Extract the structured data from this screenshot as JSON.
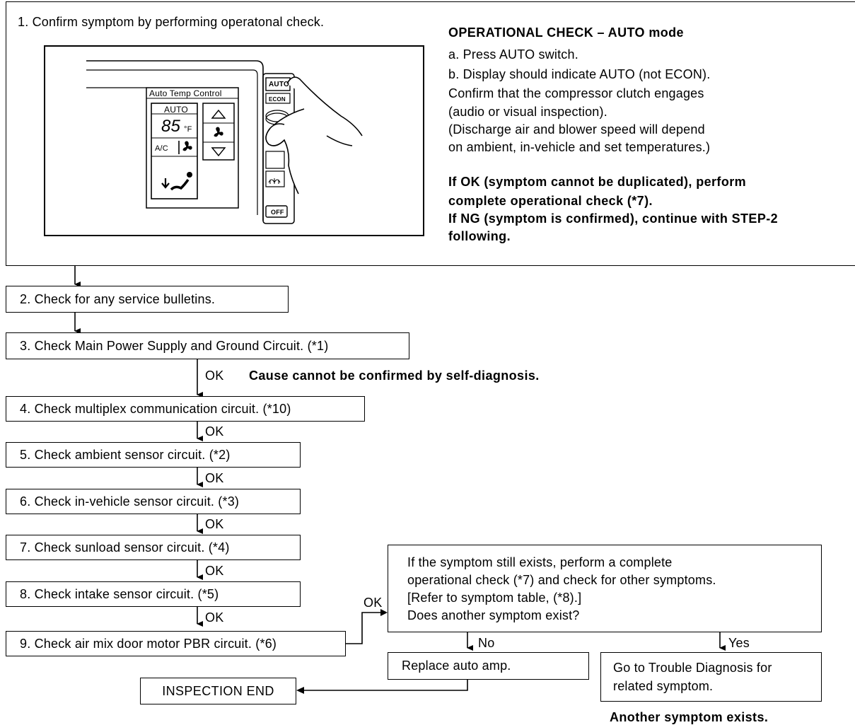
{
  "step1": {
    "text": "1. Confirm symptom by performing operatonal check.",
    "panel": {
      "title": "Auto Temp Control",
      "auto_display": "AUTO",
      "temp_value": "85",
      "temp_unit": "°F",
      "ac_label": "A/C",
      "button_auto": "AUTO",
      "button_econ": "ECON",
      "button_off": "OFF",
      "icons": [
        "up-arrow-icon",
        "fan-icon",
        "down-arrow-icon",
        "vent-mode-icon",
        "defrost-icon",
        "finger-icon"
      ]
    },
    "op_check": {
      "heading": "OPERATIONAL CHECK – AUTO mode",
      "lines": [
        "a. Press AUTO switch.",
        "b. Display should indicate AUTO (not ECON).",
        "Confirm that the compressor clutch engages",
        "(audio or visual inspection).",
        "(Discharge air and blower speed will depend",
        "on ambient, in-vehicle and set temperatures.)"
      ],
      "bold_lines": [
        "If OK (symptom cannot be duplicated), perform",
        "complete operational check (*7).",
        "If NG (symptom is confirmed), continue with STEP-2",
        "following."
      ]
    }
  },
  "steps": {
    "s2": "2. Check for any service bulletins.",
    "s3": "3. Check Main Power Supply and Ground Circuit. (*1)",
    "s4": "4. Check multiplex communication circuit. (*10)",
    "s5": "5. Check ambient sensor circuit. (*2)",
    "s6": "6. Check in-vehicle sensor circuit. (*3)",
    "s7": "7. Check sunload sensor circuit. (*4)",
    "s8": "8. Check intake sensor circuit. (*5)",
    "s9": "9. Check air mix door motor PBR circuit. (*6)"
  },
  "labels": {
    "ok": "OK",
    "no": "No",
    "yes": "Yes",
    "cause_note": "Cause cannot be confirmed by self-diagnosis.",
    "another_symptom": "Another symptom exists."
  },
  "symptom_box": [
    "If the symptom still exists, perform a complete",
    "operational check (*7) and check for other symptoms.",
    "[Refer to symptom table, (*8).]",
    "Does another symptom exist?"
  ],
  "replace": "Replace auto amp.",
  "goto": [
    "Go to Trouble Diagnosis for",
    "related symptom."
  ],
  "end": "INSPECTION END"
}
